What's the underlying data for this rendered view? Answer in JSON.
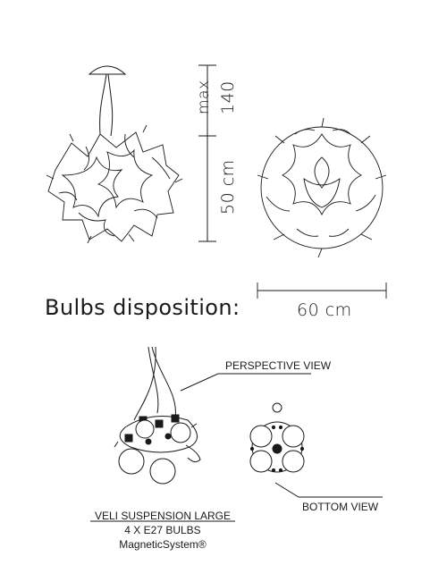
{
  "dimensions": {
    "max_label": "max",
    "max_value": "140",
    "height_value": "50 cm",
    "width_value": "60 cm"
  },
  "heading": "Bulbs disposition:",
  "callouts": {
    "perspective": "PERSPECTIVE VIEW",
    "bottom": "BOTTOM VIEW"
  },
  "caption": {
    "model": "VELI SUSPENSION LARGE",
    "bulbs": "4 X E27 BULBS",
    "system": "MagneticSystem®"
  }
}
